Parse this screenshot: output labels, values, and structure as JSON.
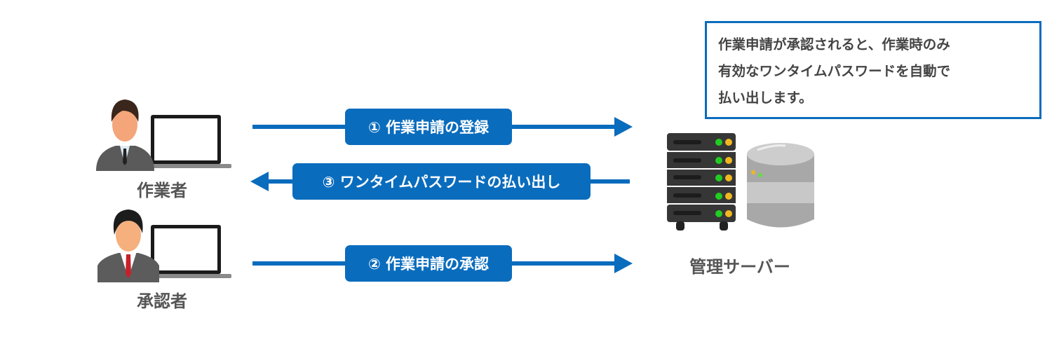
{
  "actors": {
    "worker": "作業者",
    "approver": "承認者",
    "server": "管理サーバー"
  },
  "steps": {
    "step1": "① 作業申請の登録",
    "step2": "② 作業申請の承認",
    "step3": "③ ワンタイムパスワードの払い出し"
  },
  "note": {
    "lines": [
      "作業申請が承認されると、作業時のみ",
      "有効なワンタイムパスワードを自動で",
      "払い出します。"
    ]
  },
  "colors": {
    "accent": "#0a6cbd",
    "text": "#555555"
  }
}
